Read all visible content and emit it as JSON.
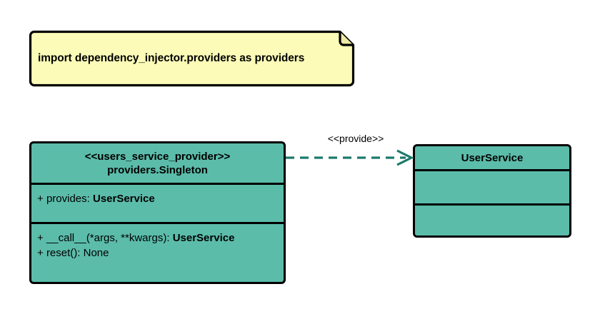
{
  "diagram": {
    "type": "uml-class-diagram",
    "background_color": "#FFFFFF",
    "note": {
      "text": "import dependency_injector.providers as providers",
      "fill_color": "#FCFCB8",
      "border_color": "#000000"
    },
    "classes": [
      {
        "id": "users_service_provider",
        "stereotype": "<<users_service_provider>>",
        "name": "providers.Singleton",
        "fill_color": "#5BBCAA",
        "border_color": "#000000",
        "attributes": [
          {
            "visibility": "+",
            "label": "provides: ",
            "type": "UserService"
          }
        ],
        "operations": [
          {
            "visibility": "+",
            "label": "__call__(*args, **kwargs): ",
            "type": "UserService"
          },
          {
            "visibility": "+",
            "label": "reset(): None",
            "type": ""
          }
        ]
      },
      {
        "id": "user_service",
        "stereotype": "",
        "name": "UserService",
        "fill_color": "#5BBCAA",
        "border_color": "#000000",
        "attributes": [],
        "operations": []
      }
    ],
    "relationships": [
      {
        "id": "provide-dependency",
        "label": "<<provide>>",
        "style": "dashed",
        "arrowhead": "open",
        "color": "#1A7A6A",
        "source": "users_service_provider",
        "target": "user_service"
      }
    ]
  }
}
